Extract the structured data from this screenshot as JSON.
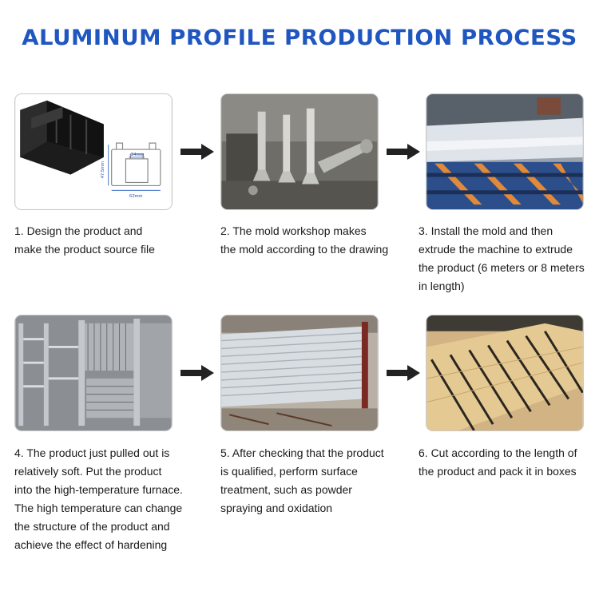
{
  "title": "ALUMINUM PROFILE PRODUCTION PROCESS",
  "steps": [
    {
      "caption": "1. Design the product and\nmake the product source file",
      "drawing_labels": {
        "height": "47.5mm",
        "inner_width": "24mm",
        "width": "62mm"
      }
    },
    {
      "caption": "2. The mold workshop makes\nthe mold according to the drawing"
    },
    {
      "caption": "3. Install the mold and then\nextrude the machine to extrude\nthe product (6 meters or 8 meters\nin length)"
    },
    {
      "caption": "4. The product just pulled out is\nrelatively soft. Put the product\ninto the high-temperature furnace.\nThe high temperature can change\nthe structure of the product and\nachieve the effect of hardening"
    },
    {
      "caption": "5. After checking that the product\nis qualified, perform surface\ntreatment, such as powder\nspraying and oxidation"
    },
    {
      "caption": "6. Cut according to the length of\nthe product and pack it in boxes"
    }
  ],
  "colors": {
    "title": "#1f56c0",
    "arrow": "#222222",
    "drawing_dims": "#1f56c0"
  },
  "icons": [
    "arrow-right-icon"
  ]
}
